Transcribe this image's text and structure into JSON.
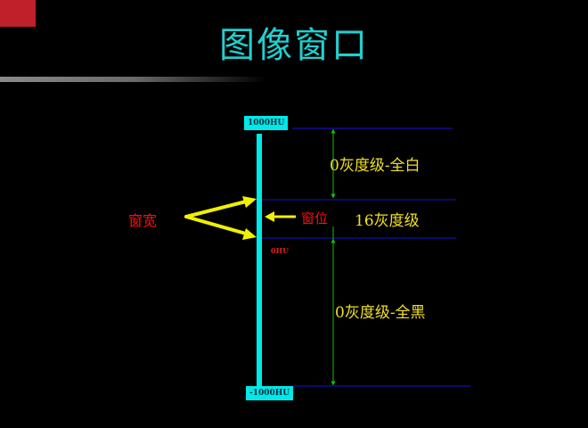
{
  "slide": {
    "title": "图像窗口"
  },
  "diagram": {
    "top_label": "1000HU",
    "bottom_label": "-1000HU",
    "zero_label": "0HU",
    "window_width_label": "窗宽",
    "window_level_label": "窗位",
    "upper_region_label": "0灰度级-全白",
    "middle_region_label": "16灰度级",
    "lower_region_label": "0灰度级-全黑",
    "colors": {
      "bar": "#00e8e8",
      "lines": "#1010b0",
      "green_arrows": "#10c010",
      "yellow_arrows": "#f0f000",
      "red_text": "#ff1010",
      "yellow_text": "#f0e020"
    }
  }
}
